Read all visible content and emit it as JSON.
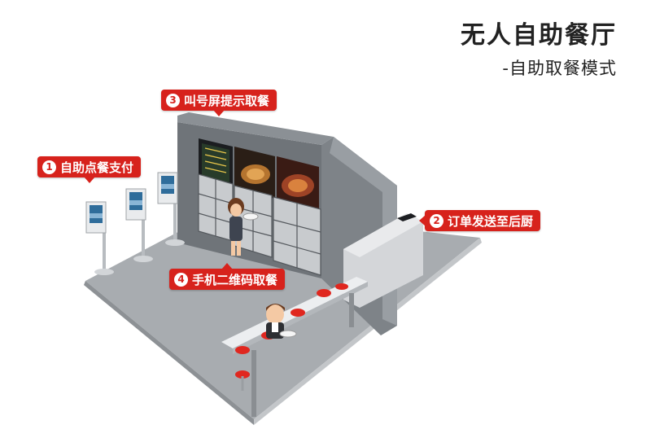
{
  "title": {
    "main": "无人自助餐厅",
    "sub": "-自助取餐模式"
  },
  "callouts": [
    {
      "num": "1",
      "text": "自助点餐支付"
    },
    {
      "num": "2",
      "text": "订单发送至后厨"
    },
    {
      "num": "3",
      "text": "叫号屏提示取餐"
    },
    {
      "num": "4",
      "text": "手机二维码取餐"
    }
  ],
  "colors": {
    "callout": "#d7221c",
    "floor": "#a9adb1",
    "wall": "#6f7378",
    "counter": "#e8e8ea",
    "stool": "#e0271f"
  }
}
